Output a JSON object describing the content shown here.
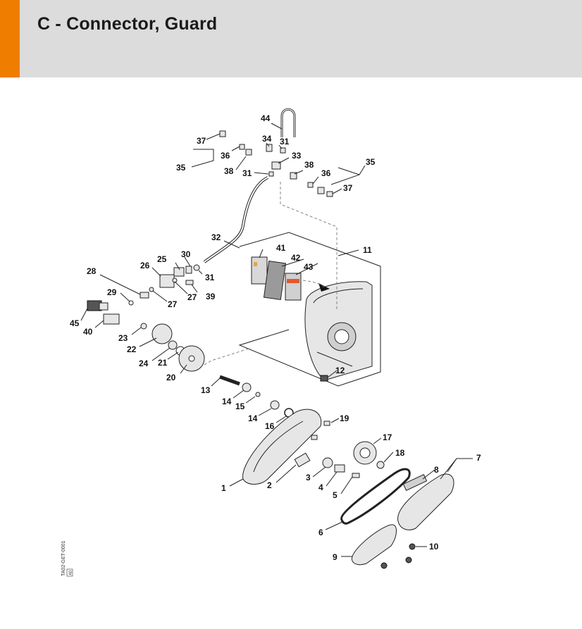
{
  "header": {
    "title": "C - Connector, Guard",
    "accent_color": "#ef7d00",
    "background_color": "#dcdcdc"
  },
  "diagram": {
    "drawing_code": "TA02-GET-0001",
    "drawing_code_box": "AD",
    "callouts": [
      "1",
      "2",
      "3",
      "4",
      "5",
      "6",
      "7",
      "8",
      "9",
      "10",
      "11",
      "12",
      "13",
      "14",
      "14",
      "15",
      "16",
      "17",
      "18",
      "19",
      "20",
      "21",
      "22",
      "23",
      "24",
      "25",
      "26",
      "27",
      "27",
      "28",
      "29",
      "30",
      "31",
      "31",
      "31",
      "32",
      "33",
      "34",
      "35",
      "35",
      "36",
      "36",
      "37",
      "37",
      "38",
      "38",
      "39",
      "40",
      "41",
      "42",
      "43",
      "44",
      "45"
    ]
  }
}
